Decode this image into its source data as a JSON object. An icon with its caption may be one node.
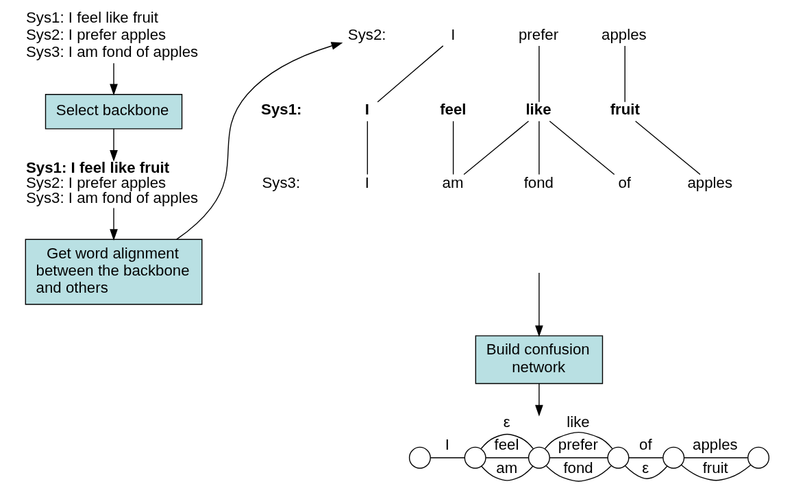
{
  "diagram": {
    "nodes": [
      {
        "text": [
          "Sys1: I feel like fruit",
          "Sys2: I prefer apples",
          "Sys3: I am fond of apples"
        ]
      },
      {
        "text": [
          "Select backbone"
        ]
      },
      {
        "text": [
          "Sys1: I feel like fruit",
          "Sys2: I prefer apples",
          "Sys3: I am fond of apples"
        ]
      },
      {
        "text": [
          "Get word alignment between the backbone and others"
        ]
      },
      {
        "text": [
          "Sys2:"
        ]
      },
      {
        "text": [
          "I"
        ]
      },
      {
        "text": [
          "prefer"
        ]
      },
      {
        "text": [
          "apples"
        ]
      },
      {
        "text": [
          "Sys1:"
        ]
      },
      {
        "text": [
          "I"
        ]
      },
      {
        "text": [
          "feel"
        ]
      },
      {
        "text": [
          "like"
        ]
      },
      {
        "text": [
          "fruit"
        ]
      },
      {
        "text": [
          "Sys3:"
        ]
      },
      {
        "text": [
          "I"
        ]
      },
      {
        "text": [
          "am"
        ]
      },
      {
        "text": [
          "fond"
        ]
      },
      {
        "text": [
          "of"
        ]
      },
      {
        "text": [
          "apples"
        ]
      },
      {
        "text": [
          "Build confusion network"
        ]
      },
      {
        "text": [],
        "shape": "circle"
      },
      {
        "text": [],
        "shape": "circle"
      },
      {
        "text": [],
        "shape": "circle"
      },
      {
        "text": [],
        "shape": "circle"
      },
      {
        "text": [],
        "shape": "circle"
      },
      {
        "text": [],
        "shape": "circle"
      }
    ],
    "edges": [
      {
        "from": 0,
        "to": 1,
        "arrow": "to"
      },
      {
        "from": 1,
        "to": 2,
        "arrow": "to"
      },
      {
        "from": 2,
        "to": 3,
        "arrow": "to"
      },
      {
        "from": 3,
        "to": 4,
        "arrow": "to"
      },
      {
        "from": 5,
        "to": 9,
        "arrow": "none"
      },
      {
        "from": 6,
        "to": 11,
        "arrow": "none"
      },
      {
        "from": 7,
        "to": 12,
        "arrow": "none"
      },
      {
        "from": 9,
        "to": 14,
        "arrow": "none"
      },
      {
        "from": 10,
        "to": 15,
        "arrow": "none"
      },
      {
        "from": 11,
        "to": 15,
        "arrow": "none"
      },
      {
        "from": 11,
        "to": 16,
        "arrow": "none"
      },
      {
        "from": 11,
        "to": 17,
        "arrow": "none"
      },
      {
        "from": 12,
        "to": 18,
        "arrow": "none"
      },
      {
        "from": null,
        "to": 19,
        "arrow": "to"
      },
      {
        "from": 19,
        "to": null,
        "arrow": "to"
      },
      {
        "from": 20,
        "to": 21,
        "arrow": "none",
        "label": "I"
      },
      {
        "from": 21,
        "to": 22,
        "arrow": "none",
        "label": "ε"
      },
      {
        "from": 21,
        "to": 22,
        "arrow": "none",
        "label": "feel"
      },
      {
        "from": 21,
        "to": 22,
        "arrow": "none",
        "label": "am"
      },
      {
        "from": 22,
        "to": 23,
        "arrow": "none",
        "label": "prefer"
      },
      {
        "from": 22,
        "to": 23,
        "arrow": "none",
        "label": "like"
      },
      {
        "from": 22,
        "to": 23,
        "arrow": "none",
        "label": "fond"
      },
      {
        "from": 23,
        "to": 24,
        "arrow": "none",
        "label": "ε"
      },
      {
        "from": 23,
        "to": 24,
        "arrow": "none",
        "label": "of"
      },
      {
        "from": 24,
        "to": 25,
        "arrow": "none",
        "label": "apples"
      },
      {
        "from": 24,
        "to": 25,
        "arrow": "none",
        "label": "fruit"
      }
    ]
  }
}
